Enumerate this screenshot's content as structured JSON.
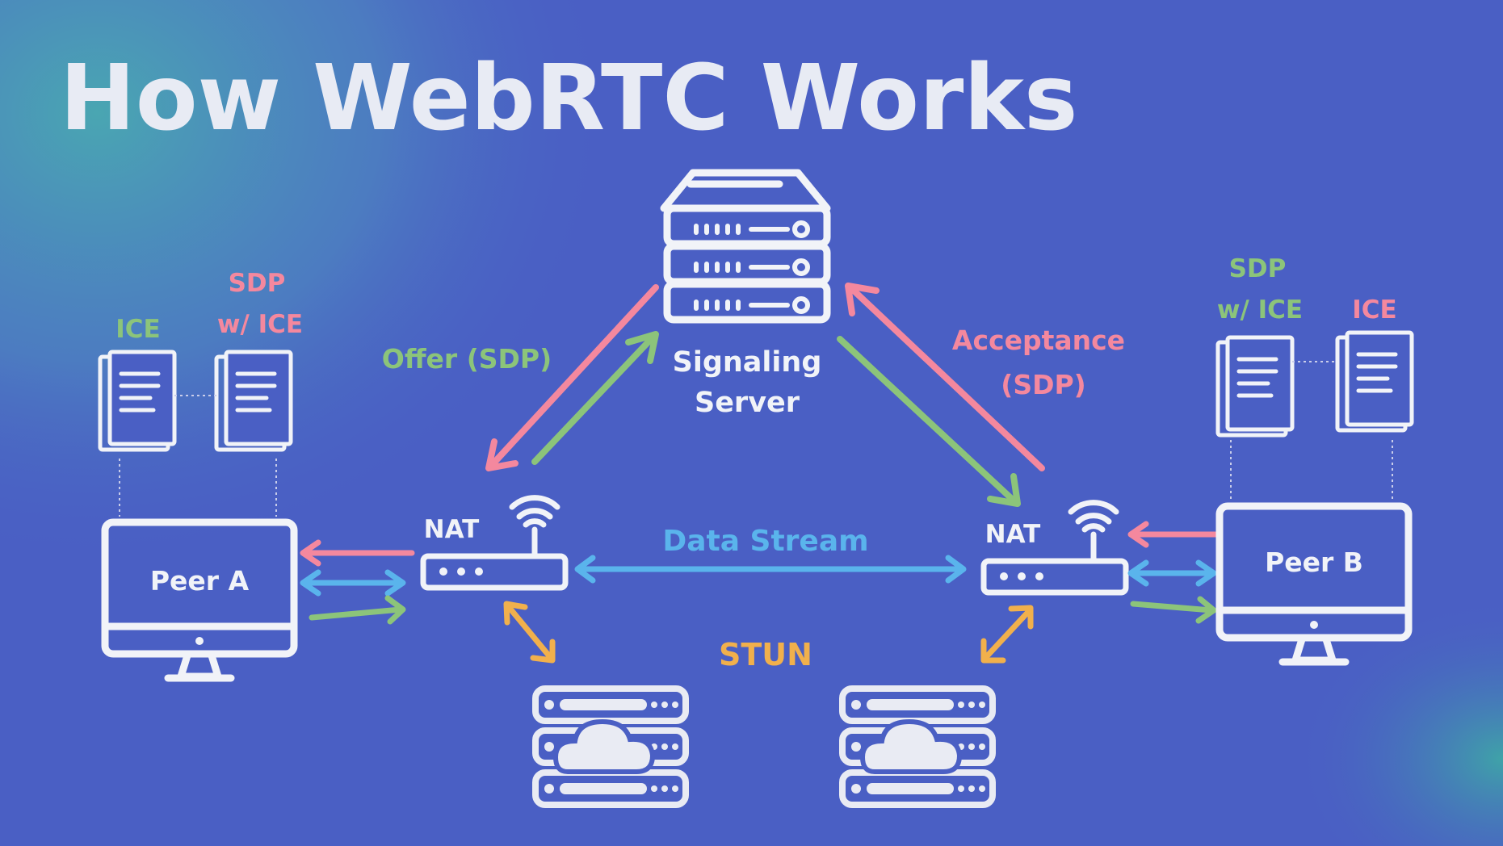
{
  "title": "How WebRTC Works",
  "colors": {
    "background": "#4a5fc4",
    "title_text": "#e8ebf4",
    "outline": "#f1f3f8",
    "pink": "#f4889e",
    "green": "#8cc47a",
    "blue": "#5ab4ec",
    "orange": "#f1b04c",
    "text_white": "#f1f3f8"
  },
  "signaling_server": {
    "label_line1": "Signaling",
    "label_line2": "Server",
    "icon": "server-rack-icon"
  },
  "peer_a": {
    "label": "Peer A",
    "icon": "monitor-icon",
    "ice_label": "ICE",
    "sdp_label_line1": "SDP",
    "sdp_label_line2": "w/ ICE"
  },
  "peer_b": {
    "label": "Peer B",
    "icon": "monitor-icon",
    "ice_label": "ICE",
    "sdp_label_line1": "SDP",
    "sdp_label_line2": "w/ ICE"
  },
  "nat_left": {
    "label": "NAT",
    "icon": "router-icon"
  },
  "nat_right": {
    "label": "NAT",
    "icon": "router-icon"
  },
  "offer_label": "Offer (SDP)",
  "acceptance_label_line1": "Acceptance",
  "acceptance_label_line2": "(SDP)",
  "data_stream_label": "Data Stream",
  "stun_label": "STUN",
  "stun_servers": [
    {
      "icon": "cloud-server-icon"
    },
    {
      "icon": "cloud-server-icon"
    }
  ]
}
